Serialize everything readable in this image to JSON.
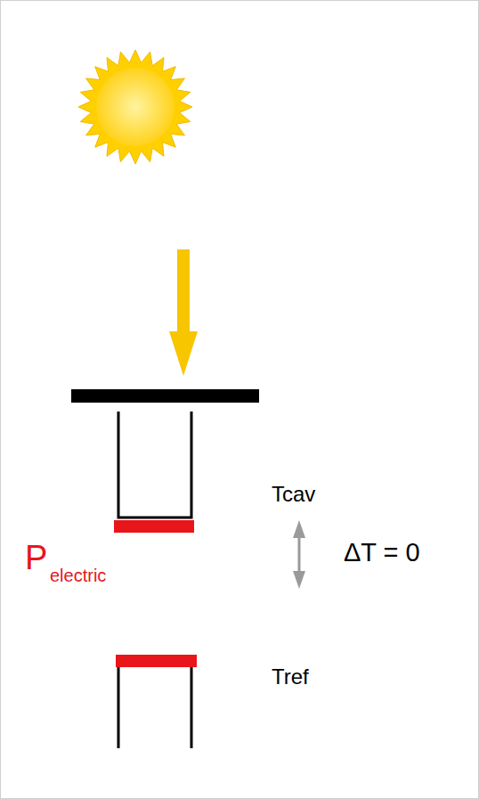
{
  "diagram": {
    "labels": [
      "Tcav",
      "P",
      "electric",
      "ΔT = 0",
      "Tref"
    ]
  }
}
